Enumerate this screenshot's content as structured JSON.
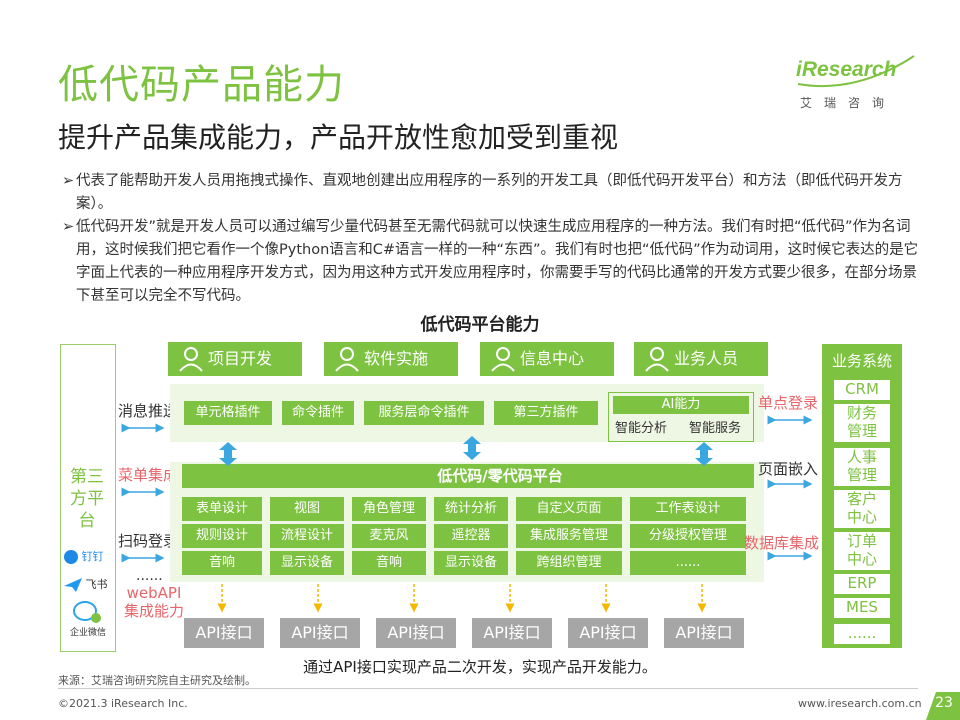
{
  "header": {
    "title": "低代码产品能力",
    "subtitle": "提升产品集成能力，产品开放性愈加受到重视",
    "logo_word": "iResearch",
    "logo_cn": "艾瑞咨询"
  },
  "bullets": [
    {
      "marker": "➢",
      "text": "代表了能帮助开发人员用拖拽式操作、直观地创建出应用程序的一系列的开发工具（即低代码开发平台）和方法（即低代码开发方案）。"
    },
    {
      "marker": "➢",
      "text": "低代码开发”就是开发人员可以通过编写少量代码甚至无需代码就可以快速生成应用程序的一种方法。我们有时把“低代码”作为名词用，这时候我们把它看作一个像Python语言和C#语言一样的一种“东西”。我们有时也把“低代码”作为动词用，这时候它表达的是它字面上代表的一种应用程序开发方式，因为用这种方式开发应用程序时，你需要手写的代码比通常的开发方式要少很多，在部分场景下甚至可以完全不写代码。"
    }
  ],
  "diagram": {
    "title": "低代码平台能力",
    "roles": [
      "项目开发",
      "软件实施",
      "信息中心",
      "业务人员"
    ],
    "top_modules": [
      "单元格插件",
      "命令插件",
      "服务层命令插件",
      "第三方插件"
    ],
    "ai": {
      "title": "AI能力",
      "items": [
        "智能分析",
        "智能服务"
      ]
    },
    "platform_title": "低代码/零代码平台",
    "grid": [
      [
        "表单设计",
        "视图",
        "角色管理",
        "统计分析",
        "自定义页面",
        "工作表设计"
      ],
      [
        "规则设计",
        "流程设计",
        "麦克风",
        "遥控器",
        "集成服务管理",
        "分级授权管理"
      ],
      [
        "音响",
        "显示设备",
        "音响",
        "显示设备",
        "跨组织管理",
        "......"
      ]
    ],
    "left_labels": [
      {
        "text": "消息推送",
        "color": "dark"
      },
      {
        "text": "菜单集成",
        "color": "red"
      },
      {
        "text": "扫码登录",
        "color": "dark"
      }
    ],
    "third_party": {
      "label": "第三方平台",
      "apps": [
        "钉钉",
        "飞书",
        "企业微信"
      ],
      "more": "......",
      "webapi": "webAPI\n集成能力"
    },
    "right_labels": [
      {
        "text": "单点登录",
        "color": "red"
      },
      {
        "text": "页面嵌入",
        "color": "dark"
      },
      {
        "text": "数据库集成",
        "color": "red"
      }
    ],
    "business": {
      "title": "业务系统",
      "items": [
        "CRM",
        "财务\n管理",
        "人事\n管理",
        "客户\n中心",
        "订单\n中心",
        "ERP",
        "MES",
        "......"
      ]
    },
    "api_label": "API接口",
    "api_count": 6,
    "caption": "通过API接口实现产品二次开发，实现产品开发能力。"
  },
  "footer": {
    "source": "来源：艾瑞咨询研究院自主研究及绘制。",
    "copyright": "©2021.3 iResearch Inc.",
    "url": "www.iresearch.com.cn",
    "page": "23"
  },
  "colors": {
    "accent": "#7ec242",
    "band": "#eef6e4",
    "arrow": "#3aa7e0",
    "api": "#a6a6a6",
    "red": "#e8656a"
  }
}
